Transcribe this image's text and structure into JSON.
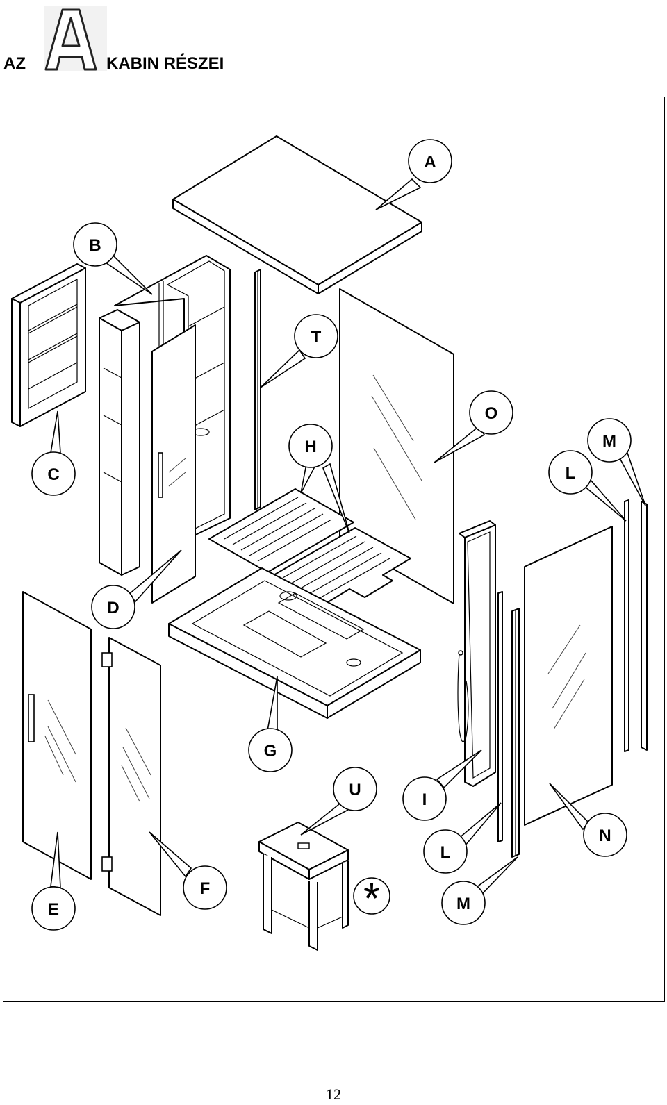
{
  "header": {
    "prefix": "AZ",
    "logo_letter": "A",
    "title": "KABIN RÉSZEI"
  },
  "diagram": {
    "callouts": [
      "A",
      "B",
      "C",
      "D",
      "E",
      "F",
      "G",
      "H",
      "I",
      "L",
      "L",
      "M",
      "M",
      "N",
      "O",
      "T",
      "U"
    ],
    "asterisk_symbol": "*"
  },
  "footer": {
    "page_number": "12"
  }
}
